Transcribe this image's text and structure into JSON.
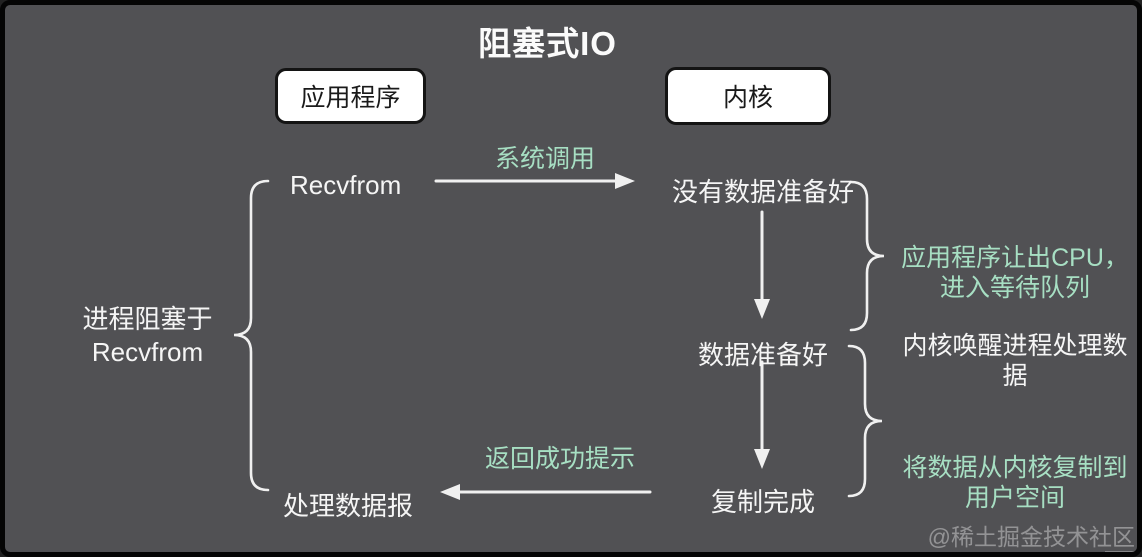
{
  "title": "阻塞式IO",
  "columns": {
    "application": "应用程序",
    "kernel": "内核"
  },
  "nodes": {
    "recvfrom": "Recvfrom",
    "no_data_ready": "没有数据准备好",
    "data_ready": "数据准备好",
    "copy_done": "复制完成",
    "process_datagram": "处理数据报"
  },
  "edges": {
    "system_call": "系统调用",
    "return_success": "返回成功提示"
  },
  "annotations": {
    "blocked": "进程阻塞于\nRecvfrom",
    "yield_cpu": "应用程序让出CPU，\n进入等待队列",
    "kernel_wake": "内核唤醒进程处理数\n据",
    "copy_to_user": "将数据从内核复制到\n用户空间"
  },
  "watermark": "@稀土掘金技术社区",
  "colors": {
    "background": "#515154",
    "frame_border": "#050505",
    "text_white": "#f5f5f5",
    "accent_green": "#a7dfc3",
    "box_background": "#ffffff",
    "box_border": "#141414"
  }
}
